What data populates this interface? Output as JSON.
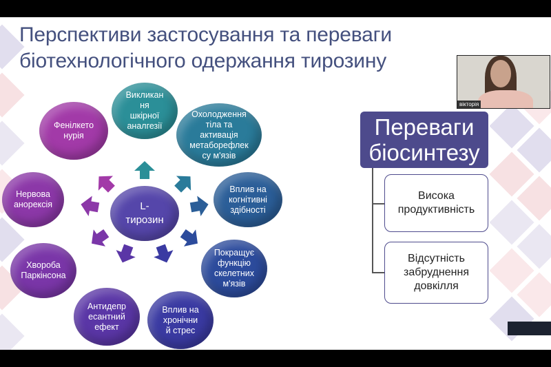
{
  "slide": {
    "title_line1": "Перспективи застосування та переваги",
    "title_line2": "біотехнологічного одержання тирозину",
    "center": "L-\nтирозин",
    "effects": [
      {
        "label": "Викликан\nня\nшкірної\nаналгезії",
        "color": "#2b8f98"
      },
      {
        "label": "Охолодження\nтіла та\nактивація\nметаборефлек\nсу м'язів",
        "color": "#2a7b9a"
      },
      {
        "label": "Вплив на\nкогнітивні\nздібності",
        "color": "#2b5e98"
      },
      {
        "label": "Покращує\nфункцію\nскелетних\nм'язів",
        "color": "#2c4b9c"
      },
      {
        "label": "Вплив на\nхронічни\nй стрес",
        "color": "#3a3aa2"
      },
      {
        "label": "Антидепр\nесантний\nефект",
        "color": "#5a36a6"
      },
      {
        "label": "Хвороба\nПаркінсона",
        "color": "#7a36a8"
      },
      {
        "label": "Нервова\nанорексія",
        "color": "#8c38a8"
      },
      {
        "label": "Фенілкето\nнурія",
        "color": "#a23aa8"
      }
    ],
    "advantages": {
      "header": "Переваги\nбіосинтезу",
      "items": [
        "Висока\nпродуктивність",
        "Відсутність\nзабруднення\nдовкілля"
      ]
    }
  },
  "webcam": {
    "participant_name": "вікторія"
  }
}
